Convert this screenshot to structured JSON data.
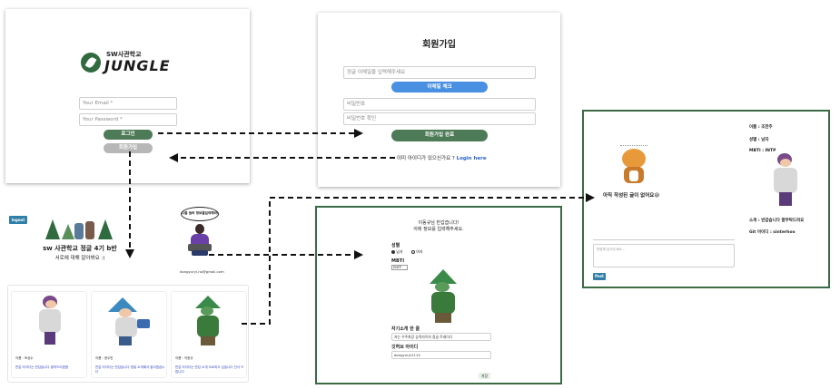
{
  "login": {
    "logo_small": "SW사관학교",
    "logo_big": "JUNGLE",
    "email_placeholder": "Your Email *",
    "password_placeholder": "Your Password *",
    "login_label": "로그인",
    "signup_label": "회원가입"
  },
  "signup": {
    "title": "회원가입",
    "email_placeholder": "정글 이메일을 입력해주세요",
    "email_check_label": "이메일 체크",
    "password_placeholder": "비밀번호",
    "password_confirm_placeholder": "비밀번호 확인",
    "submit_label": "회원가입 완료",
    "login_prompt": "이미 아이디가 있으신가요 ?",
    "login_link": "Login here"
  },
  "list": {
    "logout_label": "logout",
    "banner_title": "sw 사관학교 정글 4기 b반",
    "banner_sub": "서로에 대해 알아봐요 :)",
    "bubble_text": "나를 눌러 정보를입력해라!",
    "user_email": "dongyuryi.na@gmail.com",
    "cards": [
      {
        "name": "이름 : 조상수",
        "desc": "반갑 아이디는 반갑습니다 알려드리겠음"
      },
      {
        "name": "이름 : 양수빈",
        "desc": "반갑 아이디는 반갑습니다 정말 소개해서 알리겠습니다"
      },
      {
        "name": "이름 : 이동규",
        "desc": "반갑 아이디는 반갑 소개 오르하고 싶습니다 인사 드립니다"
      }
    ]
  },
  "profile_form": {
    "greeting": "이동규님 반갑습니다!",
    "instruction": "아래 정보를 입력해주세요.",
    "gender_label": "성별",
    "gender_options": [
      "남자",
      "여자"
    ],
    "mbti_label": "MBTI",
    "mbti_value": "ENFP",
    "intro_label": "자기소개 한 줄",
    "intro_value": "저는 우주최강 능력자이자 정글 트레이너",
    "github_label": "깃허브 아이디",
    "github_value": "dongyuryi1114",
    "save_label": "저장"
  },
  "detail": {
    "empty_text": "아직 작성된 글이 없어요😅",
    "name": "이름 : 조한주",
    "gender": "성별 : 남자",
    "mbti": "MBTI : INTP",
    "intro": "소개 : 반갑습니다 잘부탁드려요",
    "github": "Git 아이디 : sinterhoo",
    "comment_placeholder": "방명록 남겨주세요...",
    "post_label": "Post"
  },
  "colors": {
    "blue": "#4a90e2",
    "green": "#4d7a57",
    "gray": "#b7b7b7",
    "frame": "#3a6b45",
    "link": "#2a62c9"
  }
}
